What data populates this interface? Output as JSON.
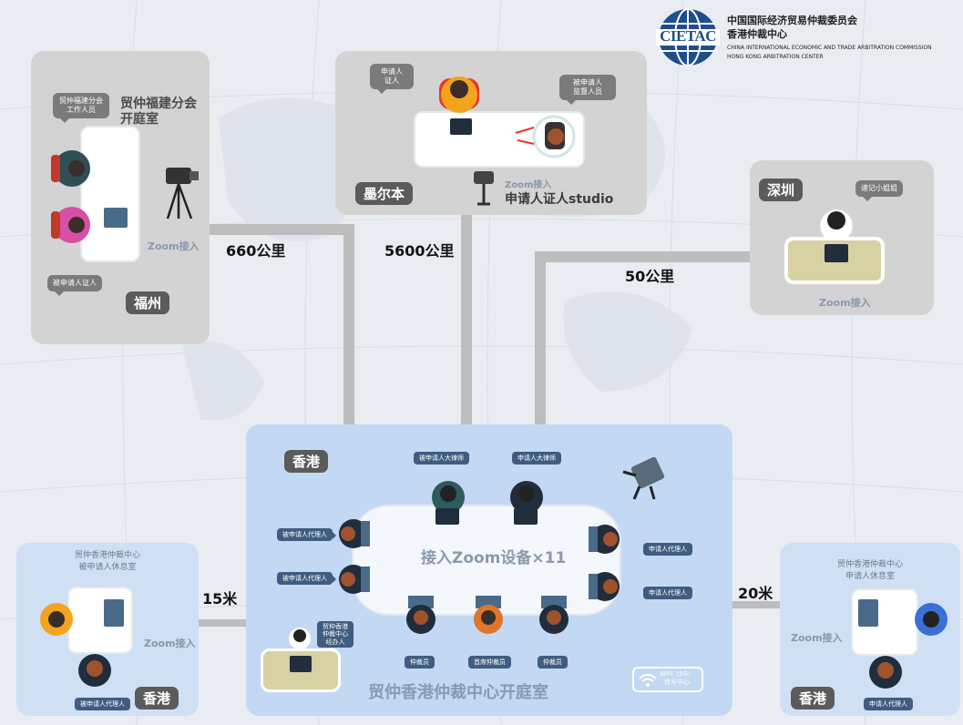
{
  "logo": {
    "text": "CIETAC",
    "org_cn": "中国国际经济贸易仲裁委员会",
    "center_cn": "香港仲裁中心",
    "org_en": "China International Economic and Trade Arbitration Commission",
    "center_en": "Hong Kong Arbitration Center"
  },
  "fuzhou": {
    "title_line1": "贸仲福建分会",
    "title_line2": "开庭室",
    "staff_bubble": "贸仲福建分会\n工作人员",
    "witness_bubble": "被申请人证人",
    "zoom": "Zoom接入",
    "city": "福州"
  },
  "melbourne": {
    "claimant_bubble": "申请人\n证人",
    "respondent_bubble": "被申请人\n监督人员",
    "city": "墨尔本",
    "zoom": "Zoom接入",
    "studio": "申请人证人studio"
  },
  "shenzhen": {
    "city": "深圳",
    "bubble": "速记小姐姐",
    "zoom": "Zoom接入"
  },
  "distances": {
    "fuzhou": "660公里",
    "melbourne": "5600公里",
    "shenzhen": "50公里",
    "left_room": "15米",
    "right_room": "20米"
  },
  "hongkong": {
    "city": "香港",
    "respondent_lawyer": "被申请人大律师",
    "claimant_lawyer": "申请人大律师",
    "center_text": "接入Zoom设备×11",
    "left_pills": [
      "被申请人代理人",
      "被申请人代理人"
    ],
    "right_pills": [
      "申请人代理人",
      "申请人代理人"
    ],
    "bottom_pills": [
      "仲裁员",
      "首席仲裁员",
      "仲裁员"
    ],
    "secretary_bubble": "贸仲香港\n仲裁中心\n经办人",
    "wifi": "WiFi（5G）\n信号中心",
    "room_title": "贸仲香港仲裁中心开庭室"
  },
  "left_room": {
    "title": "贸仲香港仲裁中心\n被申请人休息室",
    "zoom": "Zoom接入",
    "pill": "被申请人代理人",
    "city": "香港"
  },
  "right_room": {
    "title": "贸仲香港仲裁中心\n申请人休息室",
    "zoom": "Zoom接入",
    "pill": "申请人代理人",
    "city": "香港"
  },
  "colors": {
    "grey_panel": "#d3d3d3",
    "blue_panel": "#cfe0f4",
    "tag": "#5b5b5b",
    "pill": "#3f5d82",
    "logo_blue": "#1f4e8c"
  }
}
